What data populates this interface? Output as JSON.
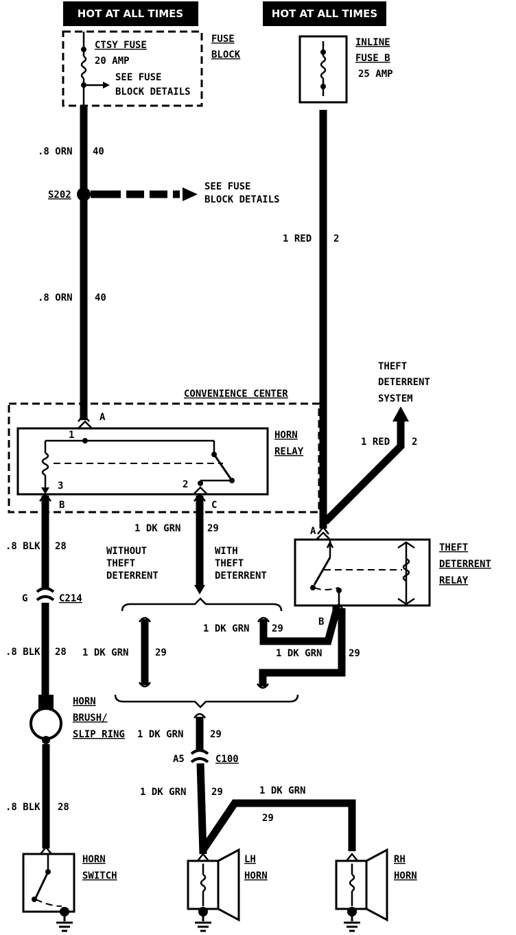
{
  "header": {
    "left_power": "HOT AT ALL TIMES",
    "right_power": "HOT AT ALL TIMES"
  },
  "fuse_block": {
    "title_line1": "FUSE",
    "title_line2": "BLOCK",
    "fuse_name": "CTSY FUSE",
    "fuse_rating": "20 AMP",
    "see_line1": "SEE FUSE",
    "see_line2": "BLOCK DETAILS"
  },
  "inline_fuse": {
    "line1": "INLINE",
    "line2": "FUSE B",
    "rating": "25  AMP"
  },
  "wires": {
    "orn_upper_gauge": ".8 ORN",
    "orn_upper_circuit": "40",
    "orn_lower_gauge": ".8 ORN",
    "orn_lower_circuit": "40",
    "red_gauge": "1 RED",
    "red_circuit": "2",
    "red_td_gauge": "1 RED",
    "red_td_circuit": "2",
    "blk1_gauge": ".8 BLK",
    "blk1_circuit": "28",
    "blk2_gauge": ".8 BLK",
    "blk2_circuit": "28",
    "blk3_gauge": ".8 BLK",
    "blk3_circuit": "28",
    "grn_c_gauge": "1 DK GRN",
    "grn_c_circuit": "29",
    "grn_opt1_gauge": "1 DK GRN",
    "grn_opt1_circuit": "29",
    "grn_opt2_gauge": "1 DK GRN",
    "grn_opt2_circuit": "29",
    "grn_opt3_gauge": "1 DK GRN",
    "grn_opt3_circuit": "29",
    "grn_mid_gauge": "1 DK GRN",
    "grn_mid_circuit": "29",
    "grn_lh_gauge": "1 DK GRN",
    "grn_lh_circuit": "29",
    "grn_rh_gauge": "1 DK GRN",
    "grn_rh_circuit": "29"
  },
  "splice": {
    "name": "S202",
    "see_line1": "SEE FUSE",
    "see_line2": "BLOCK DETAILS"
  },
  "theft_system": {
    "line1": "THEFT",
    "line2": "DETERRENT",
    "line3": "SYSTEM"
  },
  "convenience_center": {
    "title": "CONVENIENCE CENTER",
    "horn_relay_line1": "HORN",
    "horn_relay_line2": "RELAY",
    "pin_A": "A",
    "pin_B": "B",
    "pin_C": "C",
    "term_1": "1",
    "term_2": "2",
    "term_3": "3"
  },
  "theft_relay": {
    "line1": "THEFT",
    "line2": "DETERRENT",
    "line3": "RELAY",
    "pin_A": "A",
    "pin_B": "B"
  },
  "options": {
    "without_line1": "WITHOUT",
    "without_line2": "THEFT",
    "without_line3": "DETERRENT",
    "with_line1": "WITH",
    "with_line2": "THEFT",
    "with_line3": "DETERRENT"
  },
  "connectors": {
    "c214_pin": "G",
    "c214_name": "C214",
    "c100_pin": "A5",
    "c100_name": "C100"
  },
  "components": {
    "brush_line1": "HORN",
    "brush_line2": "BRUSH/",
    "brush_line3": "SLIP RING",
    "switch_line1": "HORN",
    "switch_line2": "SWITCH",
    "lh_line1": "LH",
    "lh_line2": "HORN",
    "rh_line1": "RH",
    "rh_line2": "HORN"
  }
}
